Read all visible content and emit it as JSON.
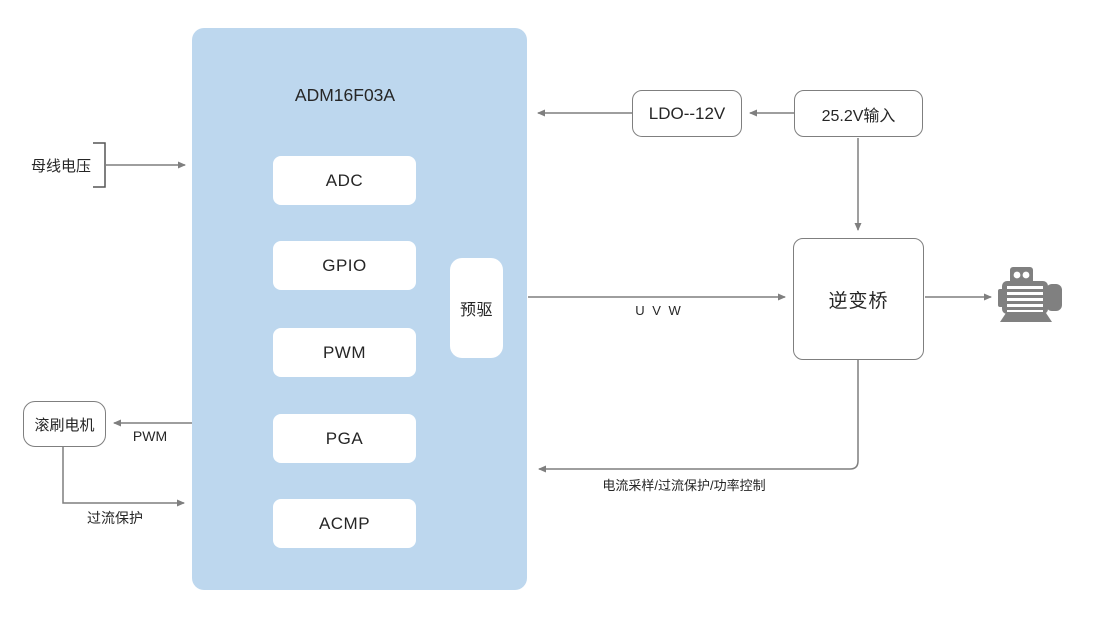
{
  "colors": {
    "chip_fill": "#BDD7EE",
    "module_fill": "#FFFFFF",
    "line_gray": "#7F7F7F",
    "bracket_gray": "#555555",
    "text": "#262626",
    "motor_icon_gray": "#808080"
  },
  "chip": {
    "title": "ADM16F03A",
    "modules": [
      {
        "label": "ADC"
      },
      {
        "label": "GPIO"
      },
      {
        "label": "PWM"
      },
      {
        "label": "PGA"
      },
      {
        "label": "ACMP"
      }
    ],
    "predriver_label": "预驱"
  },
  "power": {
    "ldo_label": "LDO--12V",
    "input_label": "25.2V输入"
  },
  "inverter": {
    "label": "逆变桥"
  },
  "left_side": {
    "bus_voltage_label": "母线电压",
    "brush_motor_label": "滚刷电机"
  },
  "signals": {
    "pwm_label": "PWM",
    "overcurrent_label": "过流保护",
    "uvw_label": "U V W",
    "feedback_label": "电流采样/过流保护/功率控制"
  }
}
